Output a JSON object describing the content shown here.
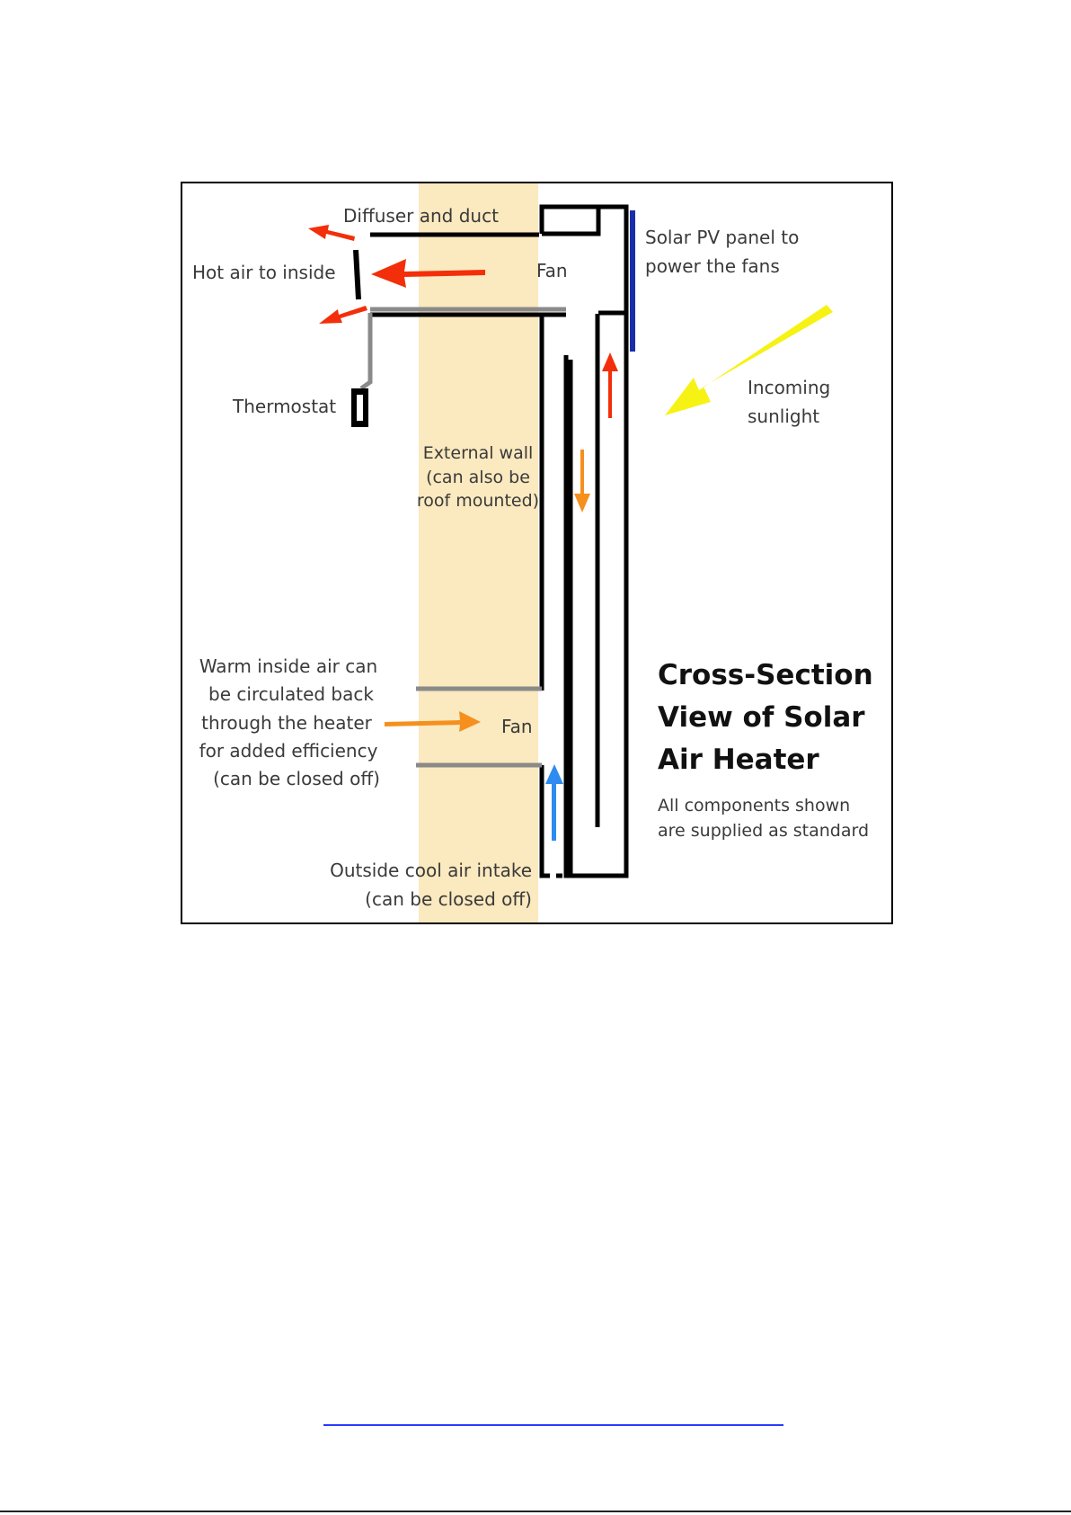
{
  "colors": {
    "wall": "#fbe9bf",
    "duct": "#000000",
    "grey_line": "#8a8a8a",
    "pv_panel": "#1a2ea8",
    "hot_arrow": "#f22f0a",
    "warm_arrow": "#f5901e",
    "cool_arrow": "#2e8cf0",
    "sun_arrow": "#f6f214",
    "footer_link": "#2a3aff"
  },
  "labels": {
    "diffuser": "Diffuser and duct",
    "hot_air": "Hot air to inside",
    "fan_top": "Fan",
    "pv_panel": [
      "Solar PV panel to",
      "power the fans"
    ],
    "thermostat": "Thermostat",
    "sunlight": [
      "Incoming",
      "sunlight"
    ],
    "external_wall": [
      "External wall",
      "(can also be",
      "roof mounted)"
    ],
    "warm_air": [
      "Warm inside air can",
      "be circulated back",
      "through the heater",
      "for added efficiency",
      "(can be closed off)"
    ],
    "fan_bottom": "Fan",
    "intake": [
      "Outside cool air intake",
      "(can be closed off)"
    ]
  },
  "title": {
    "lines": [
      "Cross-Section",
      "View of Solar",
      "Air Heater"
    ],
    "note": [
      "All components shown",
      "are supplied as standard"
    ]
  }
}
